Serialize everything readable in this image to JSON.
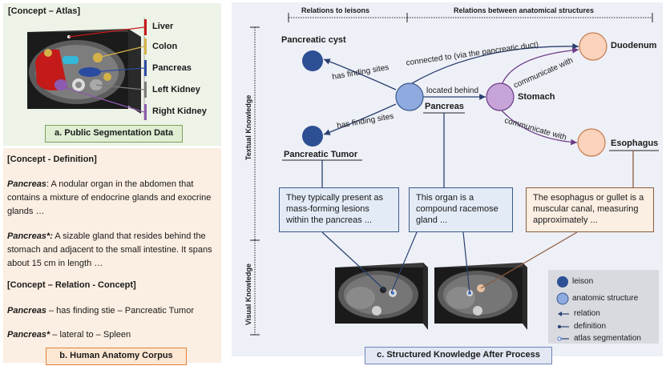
{
  "panel_a": {
    "header": "[Concept – Atlas]",
    "organs": [
      "Liver",
      "Colon",
      "Pancreas",
      "Left Kidney",
      "Right Kidney"
    ],
    "organ_colors": [
      "#c41a1a",
      "#d4b24a",
      "#2a4aa0",
      "#7a7a7a",
      "#8c5bb0"
    ],
    "caption": "a. Public Segmentation Data"
  },
  "panel_b": {
    "def_header": "[Concept - Definition]",
    "def1_term": "Pancreas",
    "def1_text": ": A nodular organ in the abdomen that contains a mixture of endocrine glands and exocrine glands …",
    "def2_term": "Pancreas*:",
    "def2_text": " A sizable gland that resides behind the stomach and adjacent to the small intestine. It spans about 15 cm in length …",
    "rel_header": "[Concept – Relation - Concept]",
    "rel1_term": "Pancreas",
    "rel1_text": " – has finding stie – Pancreatic Tumor",
    "rel2_term": "Pancreas*",
    "rel2_text": " – lateral to – Spleen",
    "caption": "b. Human Anatomy Corpus"
  },
  "panel_c": {
    "top_left": "Relations to leisons",
    "top_right": "Relations between anatomical structures",
    "axis_textual": "Textual Knowledge",
    "axis_visual": "Visual Knowledge",
    "nodes": {
      "pancreatic_cyst": "Pancreatic cyst",
      "pancreatic_tumor": "Pancreatic Tumor",
      "pancreas": "Pancreas",
      "stomach": "Stomach",
      "duodenum": "Duodenum",
      "esophagus": "Esophagus"
    },
    "edges": {
      "cyst": "has finding sites",
      "tumor": "has finding sites",
      "duodenum": "connected to (via the pancreatic duct)",
      "stomach": "located behind",
      "stomach_duodenum": "communicate with",
      "stomach_esophagus": "communicate with"
    },
    "defs": {
      "tumor": "They typically present as mass-forming lesions within the pancreas ...",
      "pancreas": "This organ is a compound racemose gland ...",
      "esophagus": "The esophagus or gullet is a muscular canal, measuring approximately ..."
    },
    "legend": {
      "leison": "leison",
      "anatomic": "anatomic structure",
      "relation": "relation",
      "definition": "definition",
      "atlas": "atlas segmentation"
    },
    "caption": "c. Structured Knowledge After Process"
  },
  "colors": {
    "lesion": "#2d4f94",
    "pancreas_node": "#8eaadf",
    "stomach_node": "#c6a4d8",
    "duodenum_node": "#fbd3bd",
    "brown_line": "#8b5a3c",
    "navy": "#2a4070"
  }
}
